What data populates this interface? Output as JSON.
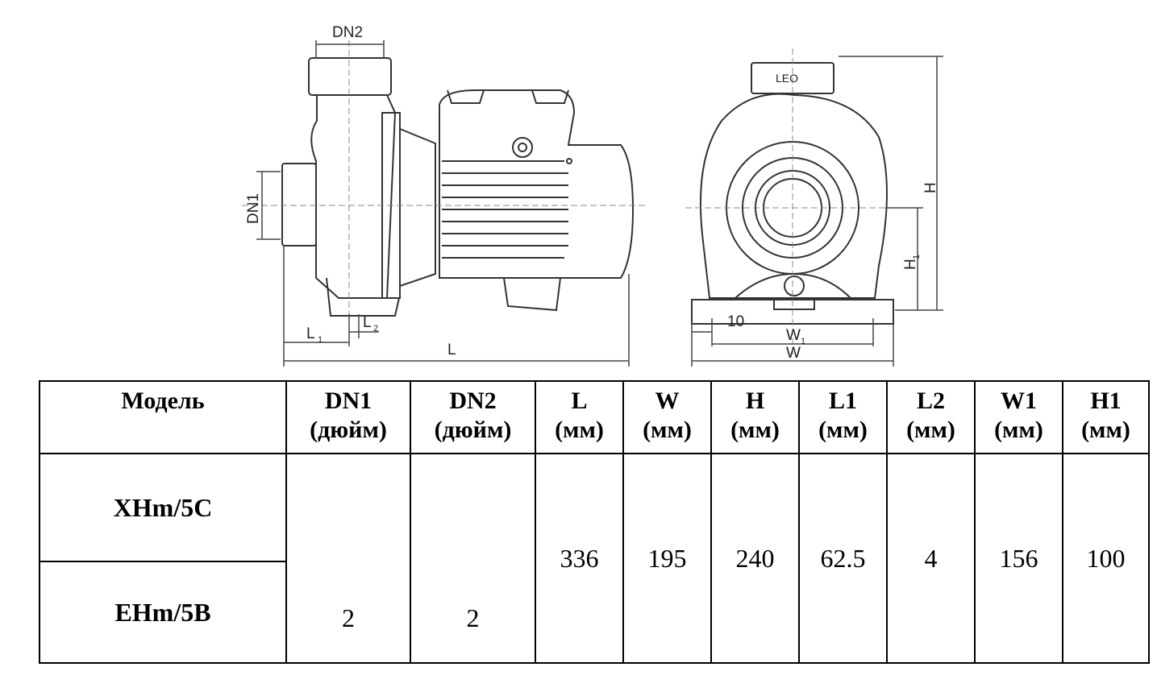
{
  "drawing": {
    "side_view": {
      "dn2": "DN2",
      "dn1": "DN1",
      "l1": "L",
      "l1_sub": "1",
      "l2": "L",
      "l2_sub": "2",
      "l": "L"
    },
    "front_view": {
      "logo": "LEO",
      "h": "H",
      "h1": "H",
      "h1_sub": "1",
      "ten": "10",
      "w1": "W",
      "w1_sub": "1",
      "w": "W"
    }
  },
  "table": {
    "headers": [
      {
        "line1": "Модель",
        "line2": ""
      },
      {
        "line1": "DN1",
        "line2": "(дюйм)"
      },
      {
        "line1": "DN2",
        "line2": "(дюйм)"
      },
      {
        "line1": "L",
        "line2": "(мм)"
      },
      {
        "line1": "W",
        "line2": "(мм)"
      },
      {
        "line1": "H",
        "line2": "(мм)"
      },
      {
        "line1": "L1",
        "line2": "(мм)"
      },
      {
        "line1": "L2",
        "line2": "(мм)"
      },
      {
        "line1": "W1",
        "line2": "(мм)"
      },
      {
        "line1": "H1",
        "line2": "(мм)"
      }
    ],
    "models": [
      "XHm/5C",
      "EHm/5B"
    ],
    "values": {
      "dn1": "2",
      "dn2": "2",
      "l": "336",
      "w": "195",
      "h": "240",
      "l1": "62.5",
      "l2": "4",
      "w1": "156",
      "h1": "100"
    }
  }
}
